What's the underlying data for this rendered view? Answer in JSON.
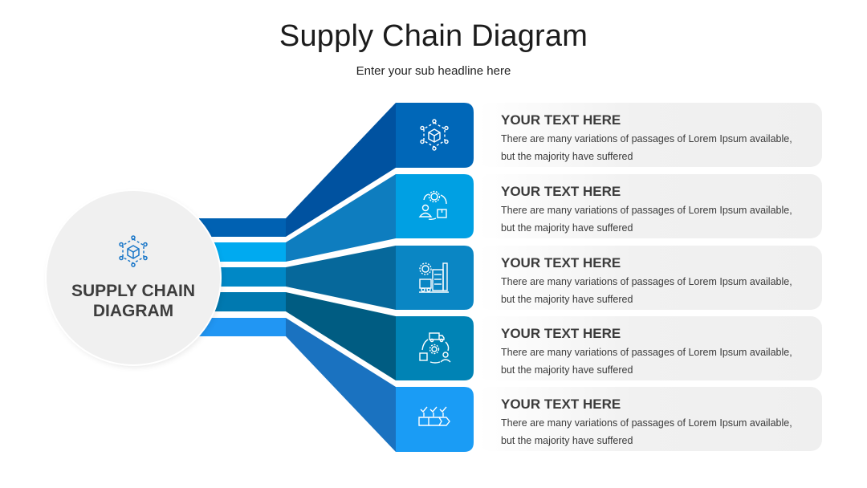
{
  "title": "Supply Chain Diagram",
  "subtitle": "Enter your sub headline here",
  "hub": {
    "label_line1": "SUPPLY CHAIN",
    "label_line2": "DIAGRAM",
    "icon": "package-network-icon"
  },
  "colors": {
    "steps": [
      "#0067b8",
      "#00a0e3",
      "#0a86c4",
      "#0083b5",
      "#1a9cf5"
    ],
    "bands": [
      "#0061b2",
      "#00aaf0",
      "#0088c6",
      "#0079b0",
      "#2196f3"
    ],
    "fans": [
      "#0052a0",
      "#0e7dbf",
      "#06689b",
      "#005c82",
      "#1a72c0"
    ]
  },
  "steps": [
    {
      "icon": "package-network-icon",
      "heading": "YOUR TEXT HERE",
      "body_line1": "There are many variations of passages of Lorem Ipsum available,",
      "body_line2": "but the majority have suffered"
    },
    {
      "icon": "user-gear-package-cycle-icon",
      "heading": "YOUR TEXT HERE",
      "body_line1": "There are many variations of passages of Lorem Ipsum available,",
      "body_line2": "but the majority have suffered"
    },
    {
      "icon": "factory-gear-icon",
      "heading": "YOUR TEXT HERE",
      "body_line1": "There are many variations of passages of Lorem Ipsum available,",
      "body_line2": "but the majority have suffered"
    },
    {
      "icon": "delivery-cycle-icon",
      "heading": "YOUR TEXT HERE",
      "body_line1": "There are many variations of passages of Lorem Ipsum available,",
      "body_line2": "but the majority have suffered"
    },
    {
      "icon": "checklist-process-icon",
      "heading": "YOUR TEXT HERE",
      "body_line1": "There are many variations of passages of Lorem Ipsum available,",
      "body_line2": "but the majority have suffered"
    }
  ]
}
